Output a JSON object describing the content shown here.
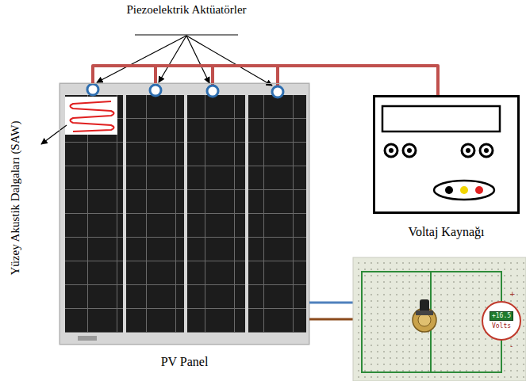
{
  "diagram": {
    "nodes": [
      {
        "text": [
          "PV Panel"
        ]
      },
      {
        "text": [
          "Voltaj Kaynağı"
        ]
      },
      {
        "text": [
          "+16.5",
          "Volts"
        ]
      }
    ],
    "edges": [
      {
        "from": 1,
        "to": 0,
        "arrow": "none"
      }
    ],
    "labels": [
      "Piezoelektrik Aktüatörler",
      "Yüzey Akustik Dalgaları (SAW)",
      "+",
      "-"
    ]
  }
}
